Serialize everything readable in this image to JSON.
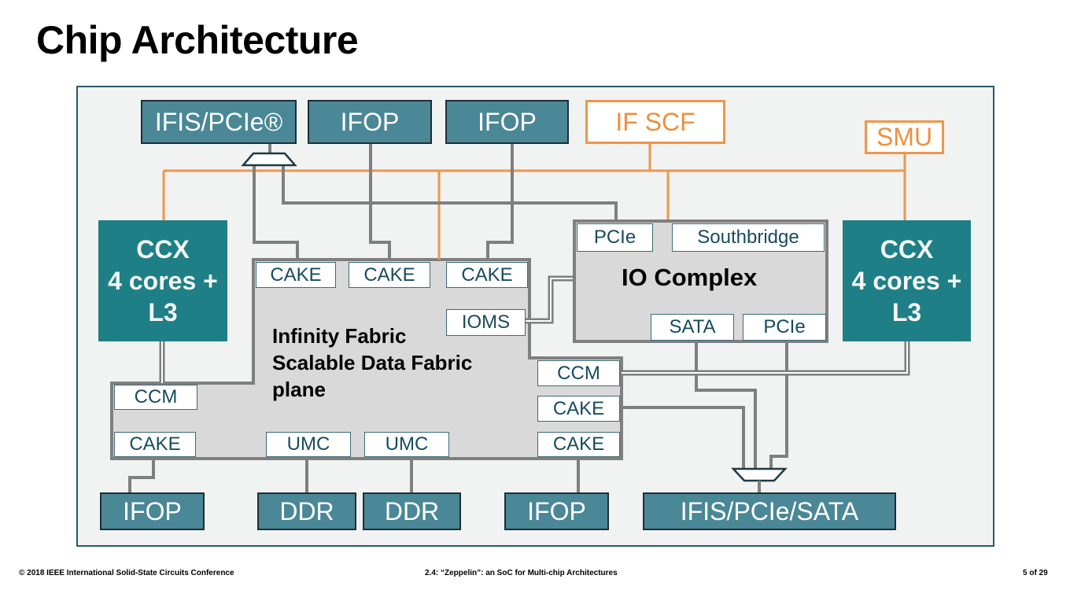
{
  "title": "Chip Architecture",
  "top": {
    "ifis_pcie": "IFIS/PCIe®",
    "ifop_1": "IFOP",
    "ifop_2": "IFOP",
    "if_scf": "IF SCF",
    "smu": "SMU"
  },
  "ccx_left": {
    "line1": "CCX",
    "line2": "4 cores +",
    "line3": "L3"
  },
  "ccx_right": {
    "line1": "CCX",
    "line2": "4 cores +",
    "line3": "L3"
  },
  "fabric": {
    "label_line1": "Infinity Fabric",
    "label_line2": "Scalable Data Fabric",
    "label_line3": "plane",
    "cake_top_1": "CAKE",
    "cake_top_2": "CAKE",
    "cake_top_3": "CAKE",
    "ioms": "IOMS",
    "ccm_left": "CCM",
    "cake_left_bottom": "CAKE",
    "umc_1": "UMC",
    "umc_2": "UMC",
    "ccm_right": "CCM",
    "cake_right_1": "CAKE",
    "cake_right_2": "CAKE"
  },
  "io_complex": {
    "title": "IO Complex",
    "pcie_top": "PCIe",
    "southbridge": "Southbridge",
    "sata": "SATA",
    "pcie_bottom": "PCIe"
  },
  "bottom": {
    "ifop_left": "IFOP",
    "ddr_1": "DDR",
    "ddr_2": "DDR",
    "ifop_right": "IFOP",
    "ifis_pcie_sata": "IFIS/PCIe/SATA"
  },
  "footer": {
    "left": "© 2018 IEEE International Solid-State Circuits Conference",
    "center": "2.4: “Zeppelin”: an SoC for Multi-chip Architectures",
    "right": "5 of 29"
  },
  "colors": {
    "teal": "#4a8797",
    "ccx": "#1f7f86",
    "orange": "#f0964a",
    "wire_gray": "#7f7f7f",
    "fabric_fill": "#d9d9d9"
  }
}
